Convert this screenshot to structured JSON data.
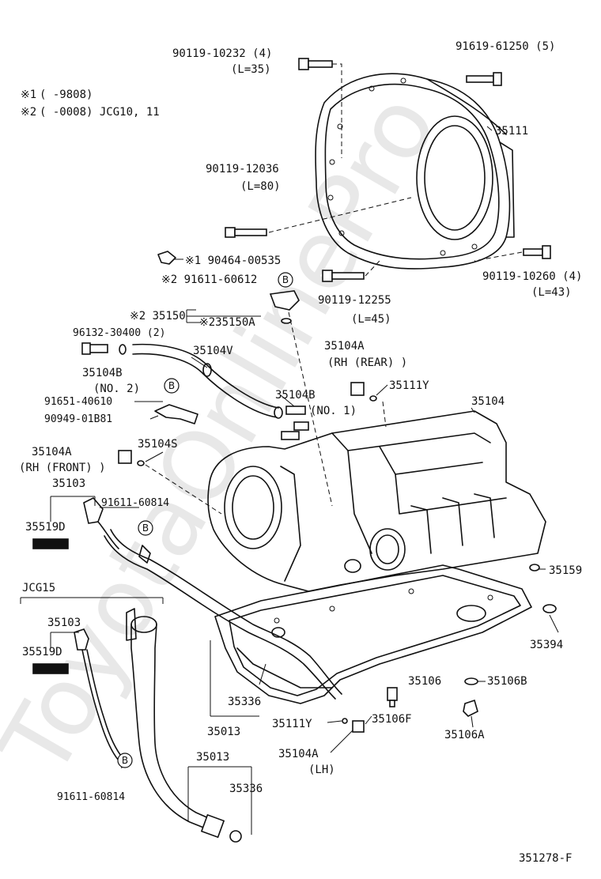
{
  "watermark": "ToyotaOnlinePro",
  "notes": [
    {
      "mark": "※1",
      "text": "(     -9808)"
    },
    {
      "mark": "※2",
      "text": "(     -0008) JCG10, 11"
    }
  ],
  "labels": {
    "p90119_10232": "90119-10232 (4)",
    "p90119_10232_len": "(L=35)",
    "p91619_61250": "91619-61250 (5)",
    "p35111": "35111",
    "p90119_12036": "90119-12036",
    "p90119_12036_len": "(L=80)",
    "p90464_00535": "※1 90464-00535",
    "p91611_60612": "※2 91611-60612",
    "p90119_10260": "90119-10260 (4)",
    "p90119_10260_len": "(L=43)",
    "p90119_12255": "90119-12255",
    "p90119_12255_len": "(L=45)",
    "p35150": "※2 35150",
    "p35150A": "※235150A",
    "p96132_30400": "96132-30400 (2)",
    "p35104V": "35104V",
    "p35104A_rh_rear": "35104A",
    "p35104A_rh_rear_sub": "(RH (REAR) )",
    "p35104B_no2": "35104B",
    "p35104B_no2_sub": "(NO. 2)",
    "p35111Y_top": "35111Y",
    "p91651_40610": "91651-40610",
    "p35104B_no1": "35104B",
    "p35104B_no1_sub": "(NO. 1)",
    "p35104": "35104",
    "p90949_01B81": "90949-01B81",
    "p35104A_front": "35104A",
    "p35104S": "35104S",
    "p35104A_front_sub": "(RH (FRONT) )",
    "p35103_top": "35103",
    "p91611_60814_top": "91611-60814",
    "p35519D_top": "35519D",
    "p35159": "35159",
    "jcg15": "JCG15",
    "p35103_bot": "35103",
    "p35519D_bot": "35519D",
    "p35394": "35394",
    "p35106": "35106",
    "p35106B": "35106B",
    "p35336_mid": "35336",
    "p35013_mid": "35013",
    "p35111Y_bot": "35111Y",
    "p35106F": "35106F",
    "p35106A": "35106A",
    "p35104A_lh": "35104A",
    "p35104A_lh_sub": "(LH)",
    "p35013_bot": "35013",
    "p35336_bot": "35336",
    "p91611_60814_bot": "91611-60814",
    "diagram_id": "351278-F"
  },
  "circle_mark": "B"
}
